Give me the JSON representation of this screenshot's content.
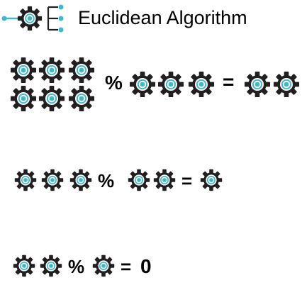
{
  "header": {
    "title": "Euclidean Algorithm",
    "logo_icon": "gear-tree-logo-icon"
  },
  "colors": {
    "gear_body": "#231f20",
    "gear_accent": "#3fb8c9",
    "connector": "#3fb8c9",
    "text": "#000000"
  },
  "steps": [
    {
      "dividend_gears": 6,
      "operator": "%",
      "divisor_gears": 3,
      "equals": "=",
      "remainder_gears": 2,
      "result_text": ""
    },
    {
      "dividend_gears": 3,
      "operator": "%",
      "divisor_gears": 2,
      "equals": "=",
      "remainder_gears": 1,
      "result_text": ""
    },
    {
      "dividend_gears": 2,
      "operator": "%",
      "divisor_gears": 1,
      "equals": "=",
      "remainder_gears": 0,
      "result_text": "0"
    }
  ],
  "icon": "gear-icon"
}
